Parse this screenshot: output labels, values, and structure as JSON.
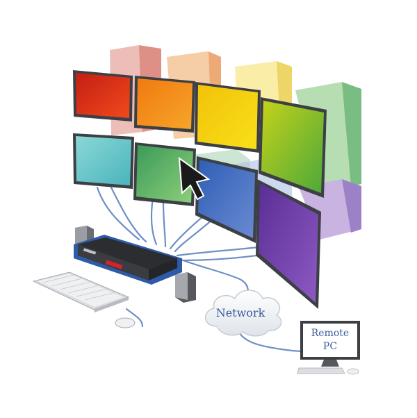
{
  "labels": {
    "network": "Network",
    "remote_line1": "Remote",
    "remote_line2": "PC"
  },
  "colors": {
    "cable": "#6d8fc7",
    "bezel": "#3c3f44",
    "kvm_edge": "#2e5aa8",
    "kvm_body": "#2b2d31",
    "label_text": "#3a5a9c",
    "screens": [
      "#d62a1e",
      "#f08a12",
      "#f5d20a",
      "#8fc21f",
      "#6fc8c8",
      "#5bb06a",
      "#3a62b8",
      "#6a3aa2"
    ]
  },
  "icons": [
    "mouse-pointer-icon",
    "keyboard-icon",
    "mouse-icon",
    "speaker-icon",
    "cloud-icon",
    "remote-pc-icon"
  ]
}
